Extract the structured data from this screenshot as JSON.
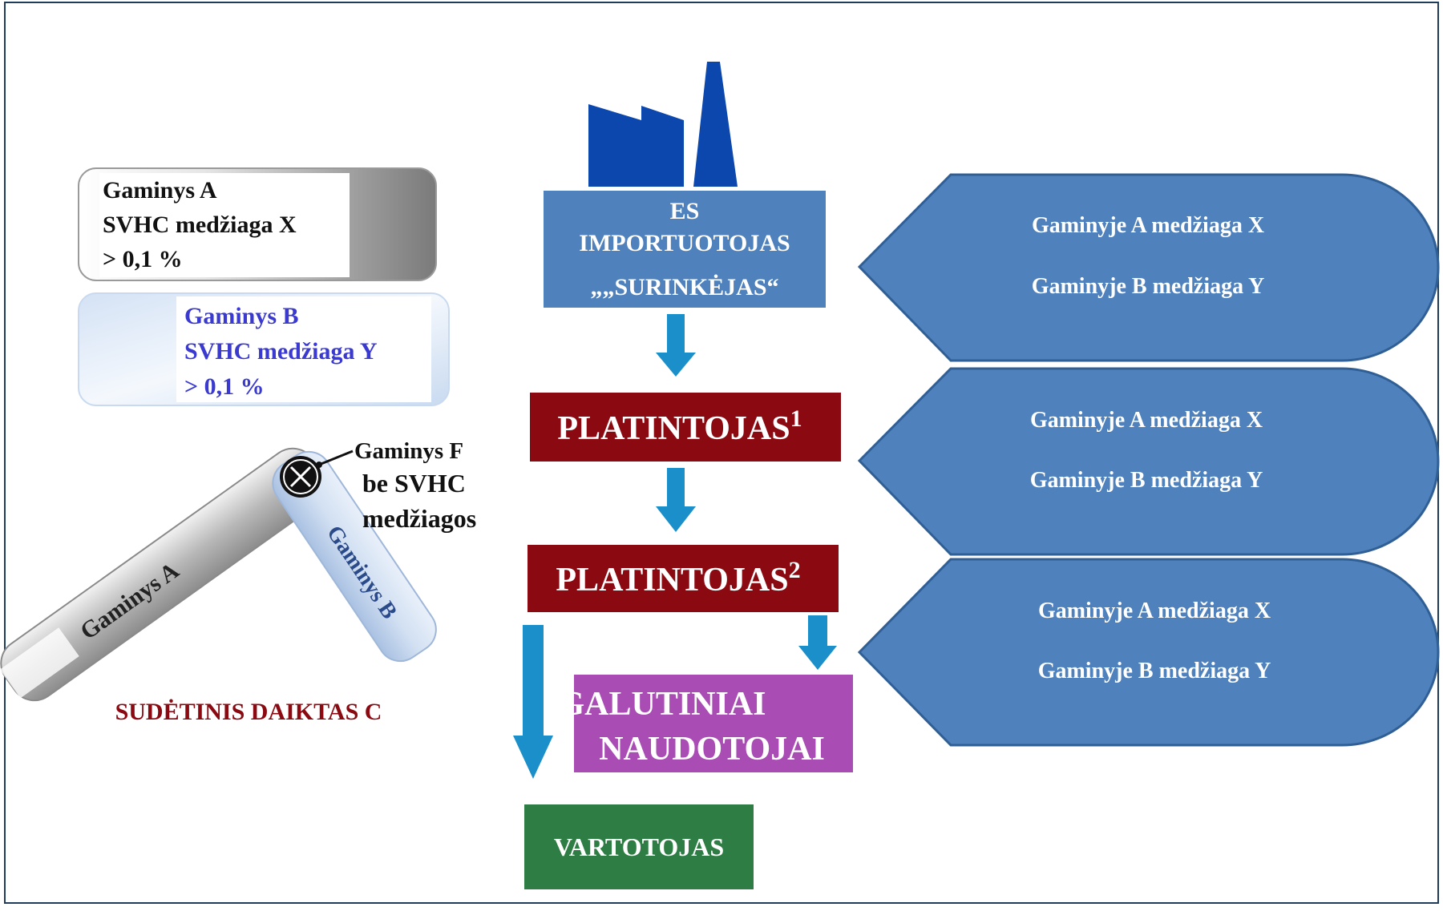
{
  "colors": {
    "frame": "#1f3d5a",
    "factory": "#0b47ad",
    "importer_bg": "#4f81bd",
    "distributor_bg": "#8b0a12",
    "end_users_bg": "#a94db5",
    "consumer_bg": "#2e7d44",
    "arrow": "#1a8fc9",
    "callout": "#4f81bd",
    "callout_border": "#2f5f95",
    "article_c_label": "#8b0a12",
    "article_b_text": "#3a3ad0"
  },
  "importer": {
    "line1": "ES",
    "line2": "IMPORTUOTOJAS",
    "line3": "„„SURINKĖJAS“"
  },
  "distributor1": {
    "label": "PLATINTOJAS",
    "sup": "1"
  },
  "distributor2": {
    "label": "PLATINTOJAS",
    "sup": "2"
  },
  "end_users": {
    "line1": "GALUTINIAI",
    "line2": "NAUDOTOJAI"
  },
  "consumer": {
    "label": "VARTOTOJAS"
  },
  "callouts": [
    {
      "line1": "Gaminyje A medžiaga X",
      "line2": "Gaminyje B medžiaga Y"
    },
    {
      "line1": "Gaminyje A medžiaga X",
      "line2": "Gaminyje B medžiaga Y"
    },
    {
      "line1": "Gaminyje A medžiaga X",
      "line2": "Gaminyje B medžiaga Y"
    }
  ],
  "article_a_box": {
    "line1": "Gaminys A",
    "line2": "SVHC medžiaga X",
    "line3": "> 0,1 %"
  },
  "article_b_box": {
    "line1": "Gaminys B",
    "line2": "SVHC medžiaga Y",
    "line3": "> 0,1 %"
  },
  "composite": {
    "rod_a": "Gaminys A",
    "rod_b": "Gaminys B",
    "joint_line1": "Gaminys F",
    "joint_line2": "be SVHC",
    "joint_line3": "medžiagos",
    "caption": "SUDĖTINIS DAIKTAS C"
  }
}
